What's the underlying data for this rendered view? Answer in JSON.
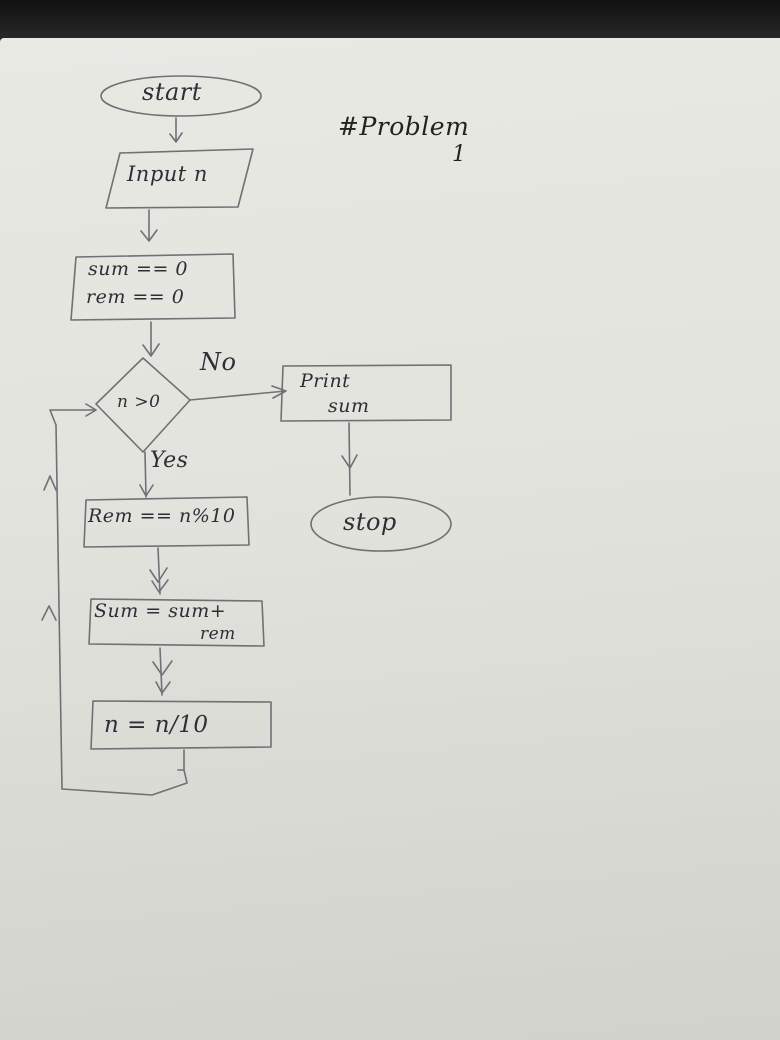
{
  "title_note": "#Problem",
  "title_number": "1",
  "nodes": {
    "start": "start",
    "input": "Input n",
    "init_line1": "sum == 0",
    "init_line2": "rem == 0",
    "decision": "n >0",
    "print_line1": "Print",
    "print_line2": "sum",
    "stop": "stop",
    "rem": "Rem == n%10",
    "sum_line1": "Sum = sum+",
    "sum_line2": "rem",
    "divide": "n = n/10"
  },
  "edges": {
    "no_label": "No",
    "yes_label": "Yes"
  },
  "colors": {
    "pencil": "#6d6d72",
    "ink": "#2e2e36",
    "paper": "#e6e6e1"
  }
}
